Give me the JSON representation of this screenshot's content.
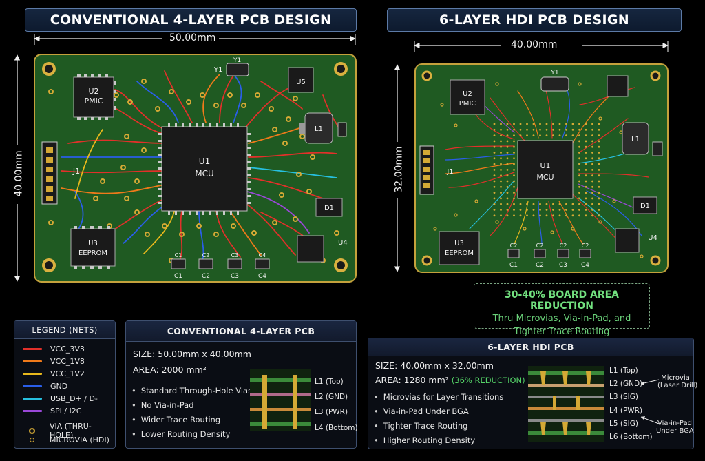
{
  "titles": {
    "left": "CONVENTIONAL 4-LAYER PCB DESIGN",
    "right": "6-LAYER HDI PCB DESIGN"
  },
  "dimensions": {
    "left_width": "50.00mm",
    "left_height": "40.00mm",
    "right_width": "40.00mm",
    "right_height": "32.00mm"
  },
  "components": {
    "y1": "Y1",
    "u2": "U2",
    "pmic": "PMIC",
    "u5": "U5",
    "l1": "L1",
    "u1": "U1",
    "mcu": "MCU",
    "j1": "J1",
    "d1": "D1",
    "u3": "U3",
    "eeprom": "EEPROM",
    "u4": "U4",
    "c1": "C1",
    "c2": "C2",
    "c3": "C3",
    "c4": "C4"
  },
  "reduction": {
    "headline": "30-40% BOARD AREA REDUCTION",
    "line2": "Thru Microvias, Via-in-Pad, and",
    "line3": "Tighter Trace Routing"
  },
  "legend": {
    "title": "LEGEND (NETS)",
    "items": [
      {
        "label": "VCC_3V3",
        "color": "#e2302a"
      },
      {
        "label": "VCC_1V8",
        "color": "#f07a1a"
      },
      {
        "label": "VCC_1V2",
        "color": "#e8b81c"
      },
      {
        "label": "GND",
        "color": "#2a5ee8"
      },
      {
        "label": "USB_D+ / D-",
        "color": "#27c0e0"
      },
      {
        "label": "SPI / I2C",
        "color": "#9a48d8"
      }
    ],
    "via_thru": "VIA (THRU-HOLE)",
    "microvia": "MICROVIA (HDI)"
  },
  "conventional": {
    "title": "CONVENTIONAL 4-LAYER PCB",
    "size": "SIZE:  50.00mm x 40.00mm",
    "area": "AREA: 2000 mm²",
    "bullets": [
      "Standard Through-Hole Vias",
      "No Via-in-Pad",
      "Wider Trace Routing",
      "Lower Routing Density"
    ],
    "layers": [
      "L1 (Top)",
      "L2 (GND)",
      "L3 (PWR)",
      "L4 (Bottom)"
    ]
  },
  "hdi": {
    "title": "6-LAYER HDI PCB",
    "size": "SIZE:  40.00mm x 32.00mm",
    "area": "AREA: 1280 mm²",
    "area_note": "(36% REDUCTION)",
    "bullets": [
      "Microvias for Layer Transitions",
      "Via-in-Pad Under BGA",
      "Tighter Trace Routing",
      "Higher Routing Density"
    ],
    "layers": [
      "L1 (Top)",
      "L2 (GND)",
      "L3 (SIG)",
      "L4 (PWR)",
      "L5 (SIG)",
      "L6 (Bottom)"
    ],
    "callout_microvia": "Microvia",
    "callout_microvia_sub": "(Laser Drill)",
    "callout_vip": "Via-in-Pad",
    "callout_vip_sub": "Under BGA"
  }
}
